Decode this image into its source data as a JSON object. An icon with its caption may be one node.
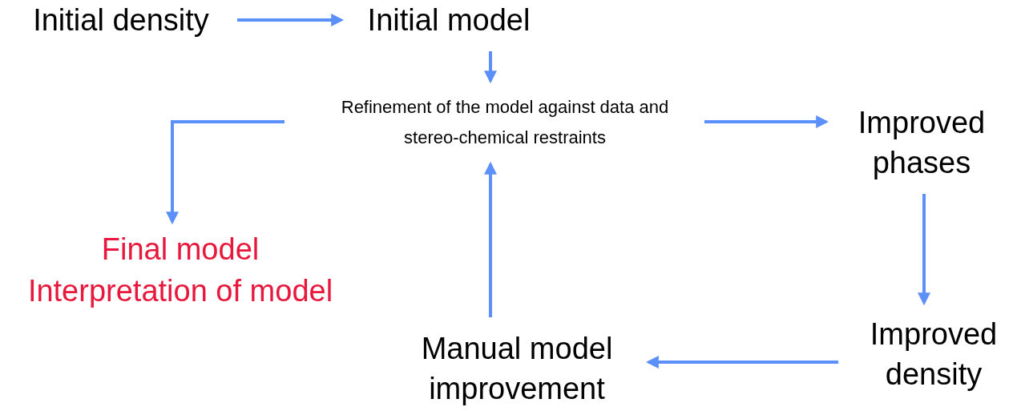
{
  "diagram": {
    "nodes": [
      {
        "text": [
          "Initial density"
        ]
      },
      {
        "text": [
          "Initial model"
        ]
      },
      {
        "text": [
          "Refinement of the model against data and stereo-chemical restraints"
        ]
      },
      {
        "text": [
          "Improved phases"
        ]
      },
      {
        "text": [
          "Improved density"
        ]
      },
      {
        "text": [
          "Manual model improvement"
        ]
      },
      {
        "text": [
          "Final model",
          "Interpretation of model"
        ]
      }
    ],
    "edges": [
      {
        "from": 0,
        "to": 1,
        "arrow": "to"
      },
      {
        "from": 1,
        "to": 2,
        "arrow": "to"
      },
      {
        "from": 2,
        "to": 3,
        "arrow": "to"
      },
      {
        "from": 3,
        "to": 4,
        "arrow": "to"
      },
      {
        "from": 4,
        "to": 5,
        "arrow": "to"
      },
      {
        "from": 5,
        "to": 2,
        "arrow": "to"
      },
      {
        "from": 2,
        "to": 6,
        "arrow": "to"
      }
    ]
  }
}
